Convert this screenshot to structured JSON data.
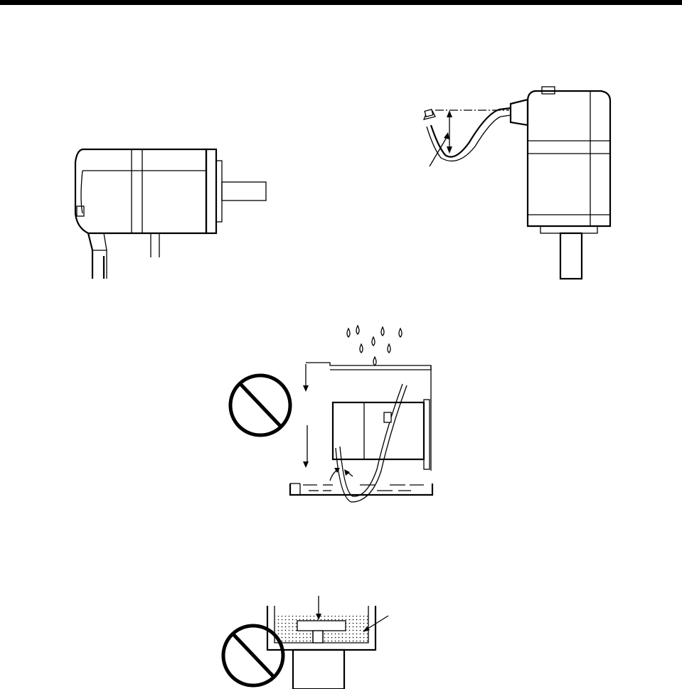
{
  "document": {
    "header_rule_color": "#000000",
    "figures": [
      {
        "id": "motor-horizontal",
        "kind": "servo motor side view, shaft horizontal"
      },
      {
        "id": "motor-vertical-drip-loop",
        "kind": "servo motor shaft down, cable with drip loop"
      },
      {
        "id": "prohibited-oil-water",
        "kind": "prohibition: motor exposed to dripping liquid, cable dipped in liquid"
      },
      {
        "id": "prohibited-oil-bath",
        "kind": "prohibition: motor shaft immersed in oil/grease"
      }
    ],
    "icons": [
      "prohibition-icon",
      "prohibition-icon"
    ]
  }
}
